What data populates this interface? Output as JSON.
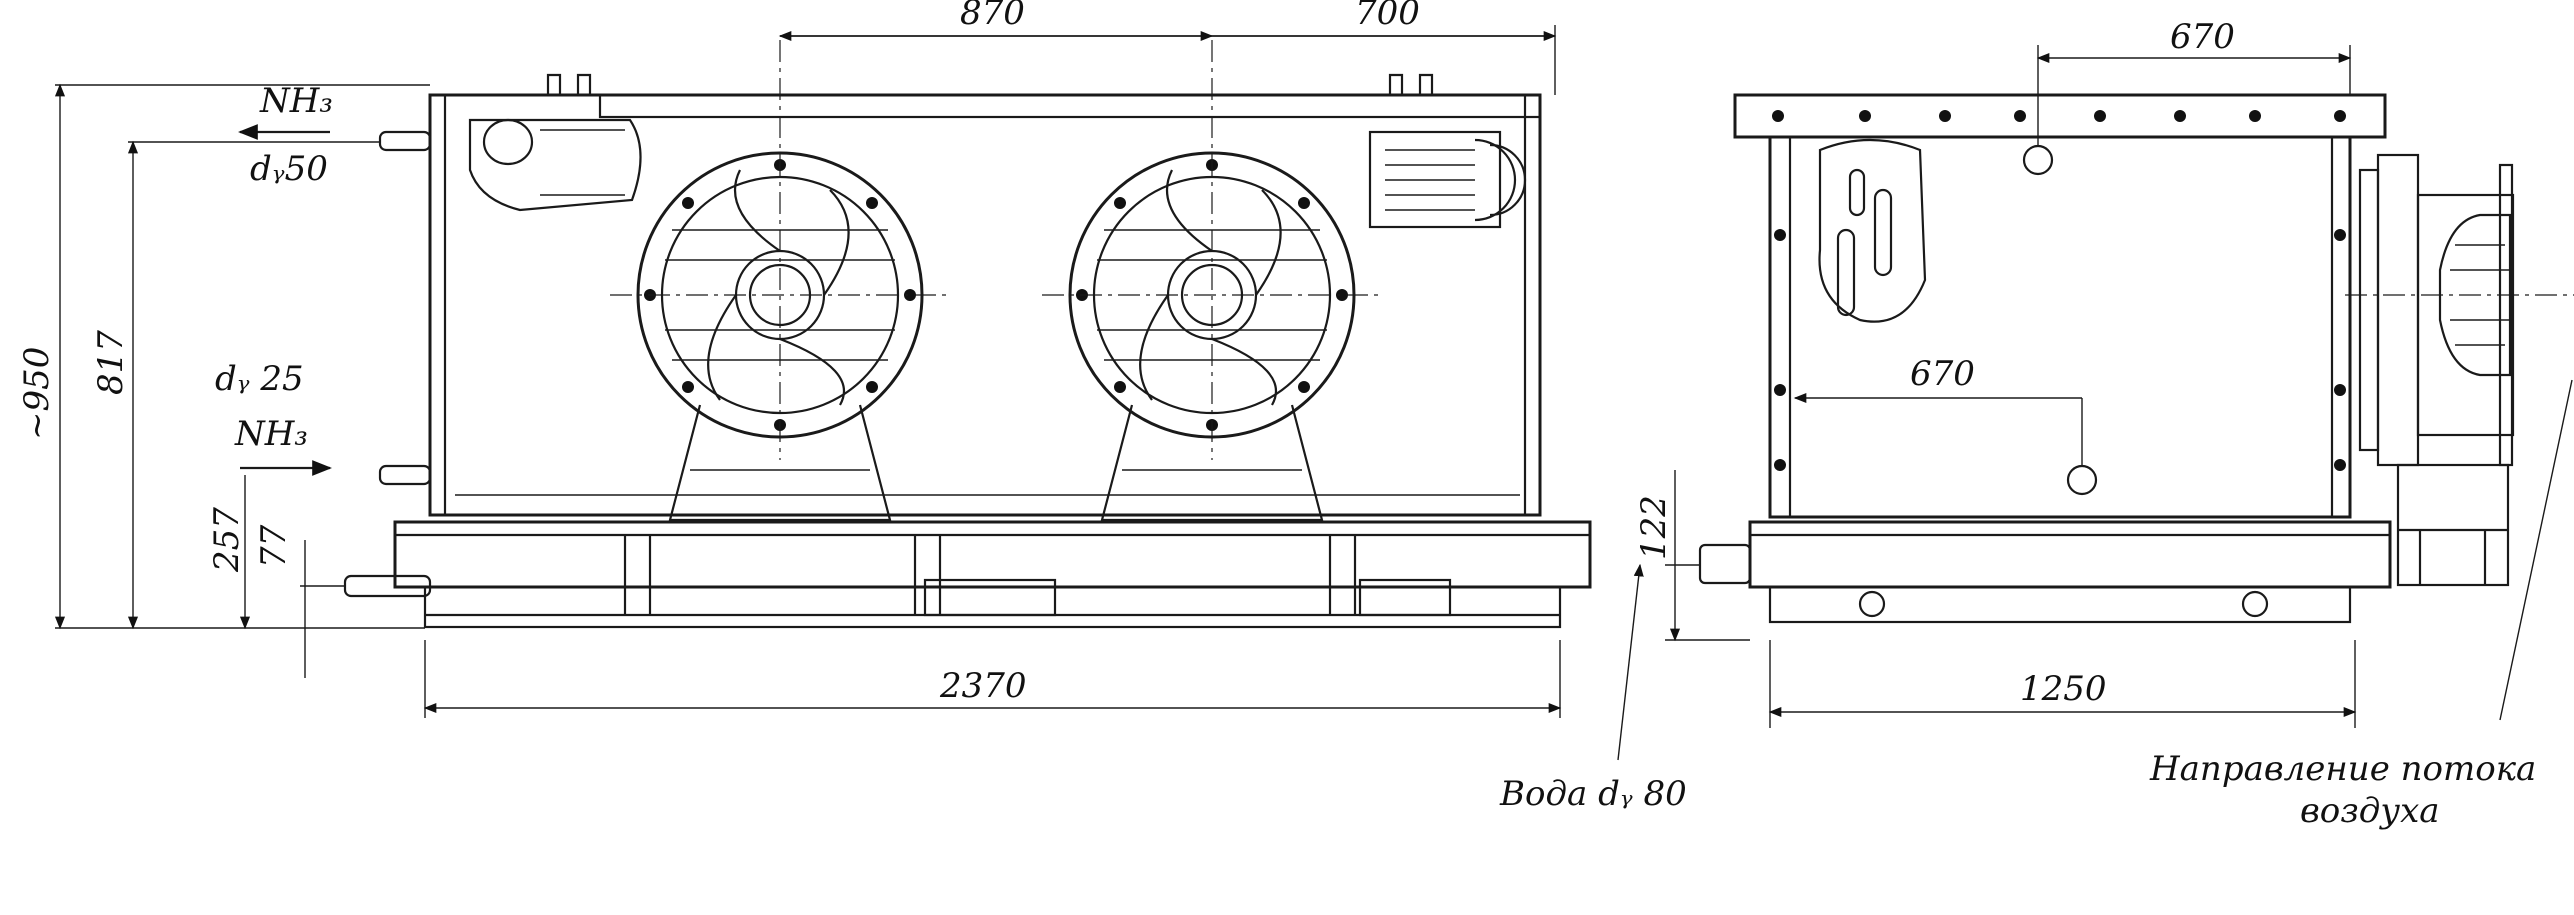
{
  "front_view": {
    "dims": {
      "top_left": "870",
      "top_right": "700",
      "height_total": "~950",
      "height_inner": "817",
      "low_1": "257",
      "low_2": "77",
      "length": "2370"
    },
    "labels": {
      "nh3_top": "NH₃",
      "dy50": "dᵧ50",
      "dy25": "dᵧ 25",
      "nh3_bottom": "NH₃"
    }
  },
  "side_view": {
    "dims": {
      "top": "670",
      "middle": "670",
      "left_small": "122",
      "width": "1250"
    }
  },
  "callouts": {
    "water": "Вода dᵧ 80",
    "airflow_line1": "Направление потока",
    "airflow_line2": "воздуха"
  }
}
